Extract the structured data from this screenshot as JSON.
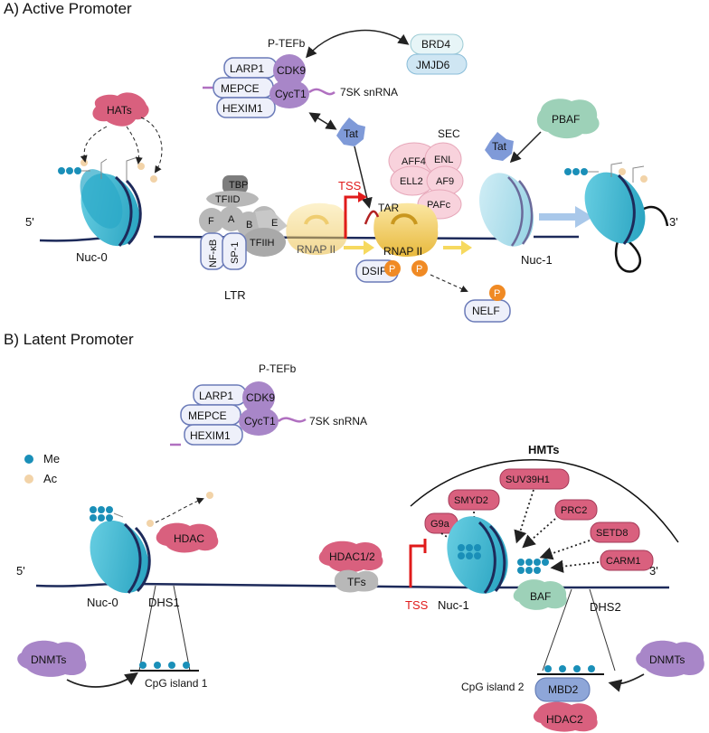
{
  "sections": {
    "active": {
      "title": "A) Active Promoter"
    },
    "latent": {
      "title": "B) Latent Promoter"
    }
  },
  "ptefb_active": {
    "title": "P-TEFb",
    "larp1": "LARP1",
    "cdk9": "CDK9",
    "mepce": "MEPCE",
    "cyct1": "CycT1",
    "hexim1": "HEXIM1",
    "snrna": "7SK snRNA"
  },
  "ptefb_latent": {
    "title": "P-TEFb",
    "larp1": "LARP1",
    "cdk9": "CDK9",
    "mepce": "MEPCE",
    "cyct1": "CycT1",
    "hexim1": "HEXIM1",
    "snrna": "7SK snRNA"
  },
  "brd4": "BRD4",
  "jmjd6": "JMJD6",
  "hats": "HATs",
  "tat1": "Tat",
  "tat2": "Tat",
  "pbaf": "PBAF",
  "sec": {
    "title": "SEC",
    "aff4": "AFF4",
    "enl": "ENL",
    "ell2": "ELL2",
    "af9": "AF9",
    "pafc": "PAFc"
  },
  "gtf": {
    "tbp": "TBP",
    "tfiid": "TFIID",
    "f": "F",
    "a": "A",
    "b": "B",
    "e": "E",
    "tfiih": "TFIIH",
    "nfkb": "NF-κB",
    "sp1": "SP-1"
  },
  "rnap1": "RNAP II",
  "rnap2": "RNAP II",
  "tss_a": "TSS",
  "tar": "TAR",
  "dsif": "DSIF",
  "nelf": "NELF",
  "p": "P",
  "five_a": "5'",
  "three_a": "3'",
  "nuc0_a": "Nuc-0",
  "nuc1_a": "Nuc-1",
  "ltr": "LTR",
  "legend": {
    "me": "Me",
    "ac": "Ac"
  },
  "hmts": {
    "title": "HMTs",
    "suv39h1": "SUV39H1",
    "smyd2": "SMYD2",
    "prc2": "PRC2",
    "g9a": "G9a",
    "setd8": "SETD8",
    "carm1": "CARM1"
  },
  "hdac": "HDAC",
  "hdac12": "HDAC1/2",
  "tfs": "TFs",
  "tss_b": "TSS",
  "baf": "BAF",
  "five_b": "5'",
  "three_b": "3'",
  "nuc0_b": "Nuc-0",
  "nuc1_b": "Nuc-1",
  "dhs1": "DHS1",
  "dhs2": "DHS2",
  "dnmts1": "DNMTs",
  "dnmts2": "DNMTs",
  "cpg1": "CpG island 1",
  "cpg2": "CpG island 2",
  "mbd2": "MBD2",
  "hdac2": "HDAC2",
  "colors": {
    "me": "#1a8fb8",
    "ac": "#f2d3a8",
    "nucleosome": "#34b4cf",
    "pink": "#d9607e",
    "purple": "#a886c8",
    "green": "#9dd1b8",
    "blue": "#8ea6d8",
    "gold": "#f0c95a",
    "red": "#e01b1b"
  }
}
